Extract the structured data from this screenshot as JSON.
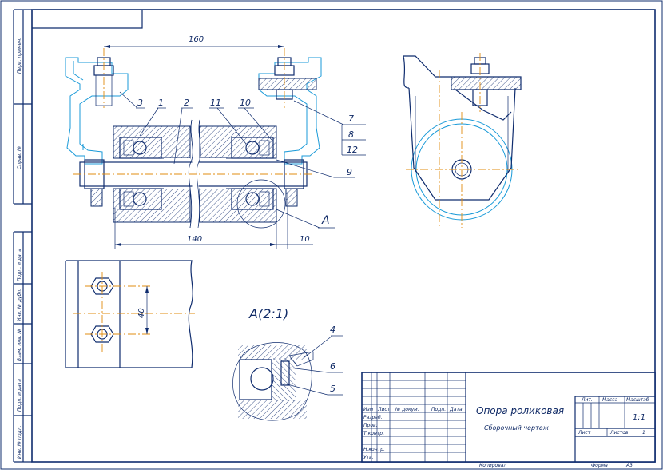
{
  "dimensions": {
    "length_160": "160",
    "length_140": "140",
    "offset_10": "10",
    "spacing_40": "40"
  },
  "callouts": [
    "3",
    "1",
    "2",
    "11",
    "10",
    "7",
    "8",
    "12",
    "9",
    "4",
    "6",
    "5"
  ],
  "section_label": "A",
  "detail_label": "A(2:1)",
  "margin_labels": [
    "Перв. примен.",
    "Справ. №",
    "Подп. и дата",
    "Инв. № дубл.",
    "Взам. инв. №",
    "Подп. и дата",
    "Инв. № подл."
  ],
  "title_block": {
    "title": "Опора роликовая",
    "subtitle": "Сборочный чертеж",
    "col_headers": [
      "Изм",
      "Лист",
      "№ докум.",
      "Подп.",
      "Дата"
    ],
    "row_labels": [
      "Разраб.",
      "Пров.",
      "Т.контр.",
      "",
      "Н.контр.",
      "Утв."
    ],
    "lit_label": "Лит.",
    "mass_label": "Масса",
    "scale_label": "Масштаб",
    "scale_value": "1:1",
    "sheet_label": "Лист",
    "sheets_label": "Листов",
    "sheets_value": "1",
    "copied": "Копировал",
    "format_label": "Формат",
    "format_value": "A3"
  },
  "colors": {
    "ink": "#0f2c6e",
    "cyan": "#1a9ad8",
    "axis": "#e08c10"
  }
}
